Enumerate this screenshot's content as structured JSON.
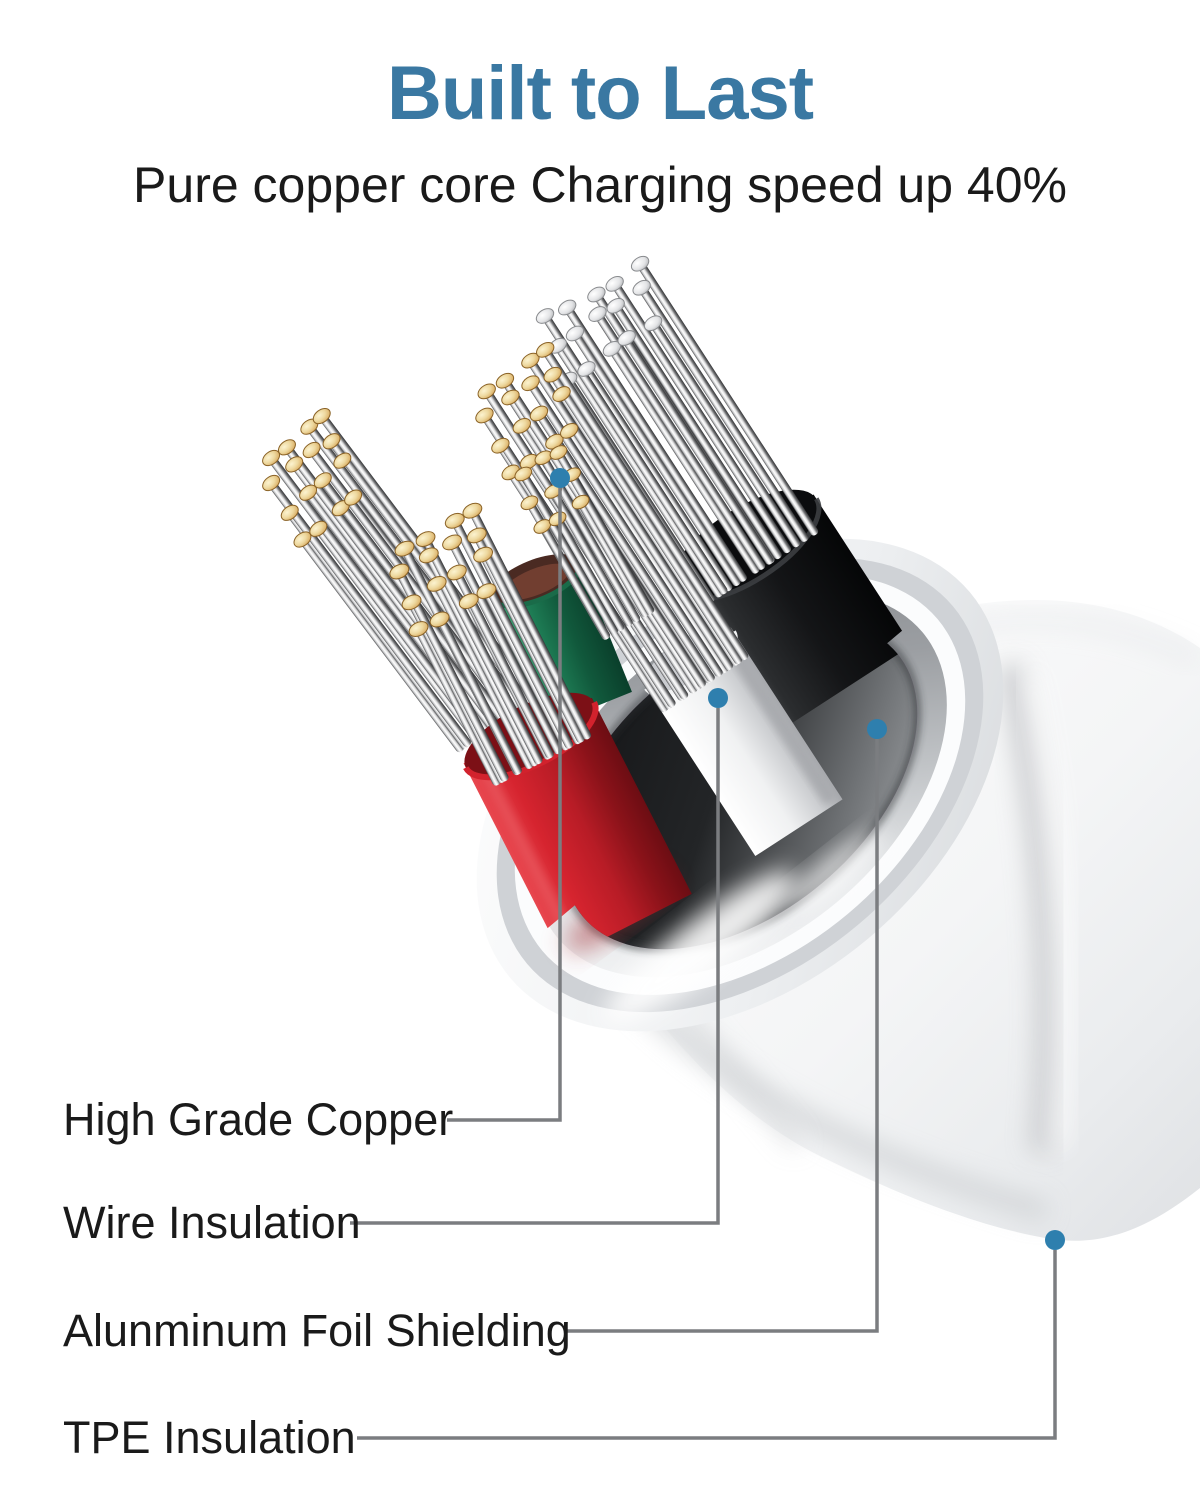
{
  "header": {
    "title": "Built to Last",
    "subtitle": "Pure copper core Charging speed up 40%"
  },
  "callouts": [
    {
      "id": "high-grade-copper",
      "label": "High Grade Copper"
    },
    {
      "id": "wire-insulation",
      "label": "Wire Insulation"
    },
    {
      "id": "aluminum-foil-shielding",
      "label": "Alunminum Foil Shielding"
    },
    {
      "id": "tpe-insulation",
      "label": "TPE Insulation"
    }
  ],
  "illustration": {
    "description": "cutaway of white charging cable showing copper strand bundles, red/green/white/black wire insulation, aluminum foil shielding ring and white TPE outer jacket",
    "parts": [
      "copper strands",
      "wire insulation",
      "aluminum foil shielding",
      "TPE outer jacket"
    ]
  },
  "colors": {
    "title": "#3a78a2",
    "text": "#1a1a1a",
    "line": "#7b7d80",
    "dot": "#2e7fae",
    "wire_red": "#c3202a",
    "wire_green": "#1e7a52",
    "wire_white": "#f2f2f3",
    "wire_black": "#1a1b1d",
    "copper_tip": "#e9c87e",
    "foil_silver": "#b9bbbf",
    "jacket_white": "#f6f7f8"
  }
}
